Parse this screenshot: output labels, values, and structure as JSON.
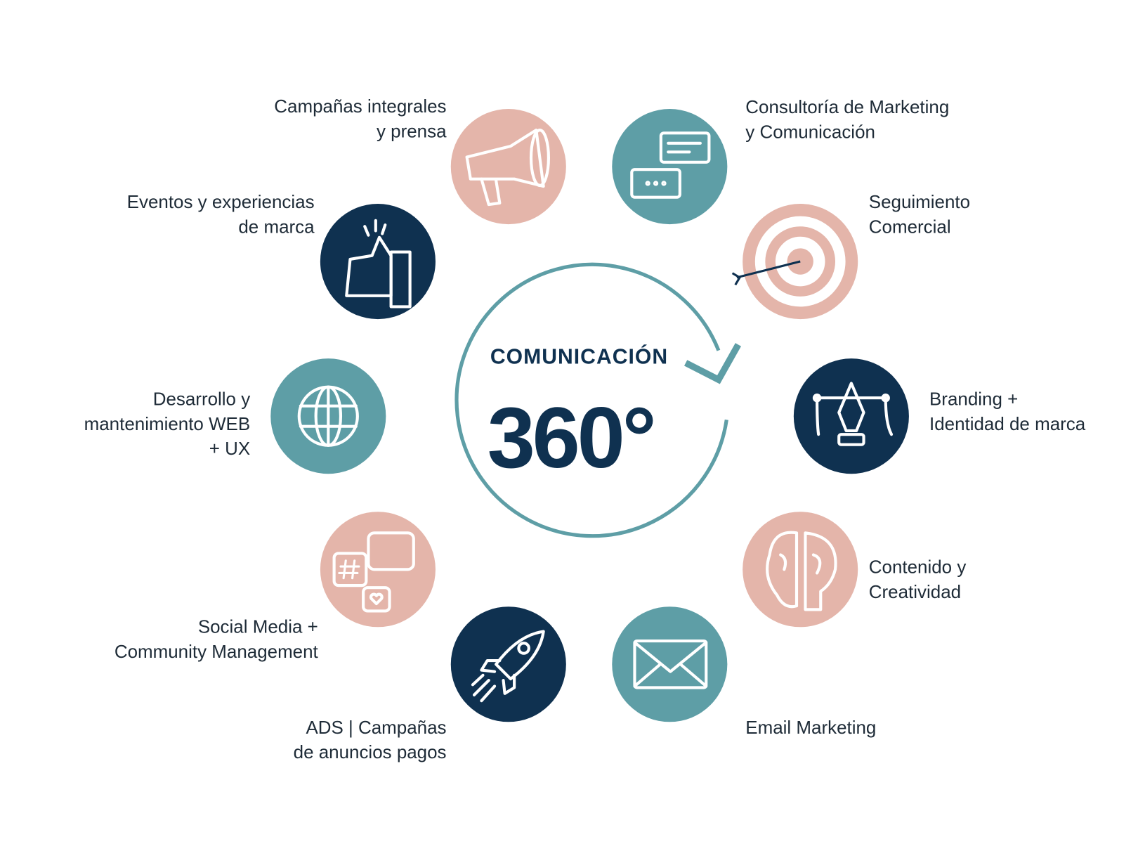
{
  "center": {
    "line1": "COMUNICACIÓN",
    "line2": "360°"
  },
  "colors": {
    "pink": "#e4b5aa",
    "teal": "#5e9ea6",
    "navy": "#0f3150",
    "text": "#1e2b37"
  },
  "services": [
    {
      "id": "campanas",
      "icon": "megaphone-icon",
      "color": "pink",
      "lines": [
        "Campañas integrales",
        "y prensa"
      ]
    },
    {
      "id": "consultoria",
      "icon": "chat-bubbles-icon",
      "color": "teal",
      "lines": [
        "Consultoría de Marketing",
        "y Comunicación"
      ]
    },
    {
      "id": "eventos",
      "icon": "thumbs-up-icon",
      "color": "navy",
      "lines": [
        "Eventos y experiencias",
        "de marca"
      ]
    },
    {
      "id": "seguimiento",
      "icon": "target-icon",
      "color": "pink",
      "lines": [
        "Seguimiento",
        "Comercial"
      ]
    },
    {
      "id": "desarrollo",
      "icon": "globe-icon",
      "color": "teal",
      "lines": [
        "Desarrollo y",
        "mantenimiento WEB",
        "+ UX"
      ]
    },
    {
      "id": "branding",
      "icon": "pen-tool-icon",
      "color": "navy",
      "lines": [
        "Branding +",
        "Identidad de marca"
      ]
    },
    {
      "id": "social",
      "icon": "social-bubbles-icon",
      "color": "pink",
      "lines": [
        "Social Media +",
        "Community Management"
      ]
    },
    {
      "id": "contenido",
      "icon": "brain-bulb-icon",
      "color": "pink",
      "lines": [
        "Contenido y",
        "Creatividad"
      ]
    },
    {
      "id": "ads",
      "icon": "rocket-icon",
      "color": "navy",
      "lines": [
        "ADS | Campañas",
        "de anuncios pagos"
      ]
    },
    {
      "id": "email",
      "icon": "envelope-icon",
      "color": "teal",
      "lines": [
        "Email Marketing"
      ]
    }
  ]
}
